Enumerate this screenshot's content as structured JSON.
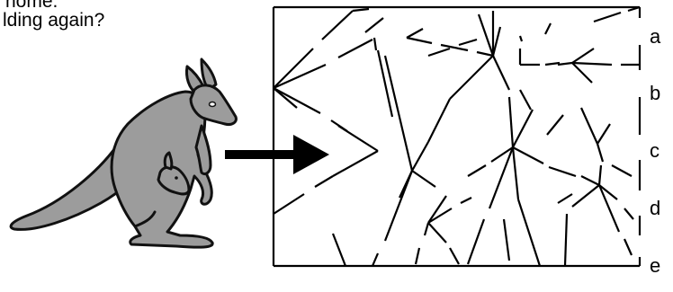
{
  "question": {
    "line1": "home.",
    "line2": "lding again?"
  },
  "exits": [
    {
      "id": "a",
      "label": "a"
    },
    {
      "id": "b",
      "label": "b"
    },
    {
      "id": "c",
      "label": "c"
    },
    {
      "id": "d",
      "label": "d"
    },
    {
      "id": "e",
      "label": "e"
    }
  ],
  "colors": {
    "kangaroo_body": "#9c9c9c",
    "kangaroo_outline": "#111111",
    "ink": "#000000",
    "background": "#ffffff"
  },
  "icons": {
    "kangaroo": "kangaroo-illustration",
    "arrow": "right-arrow"
  }
}
